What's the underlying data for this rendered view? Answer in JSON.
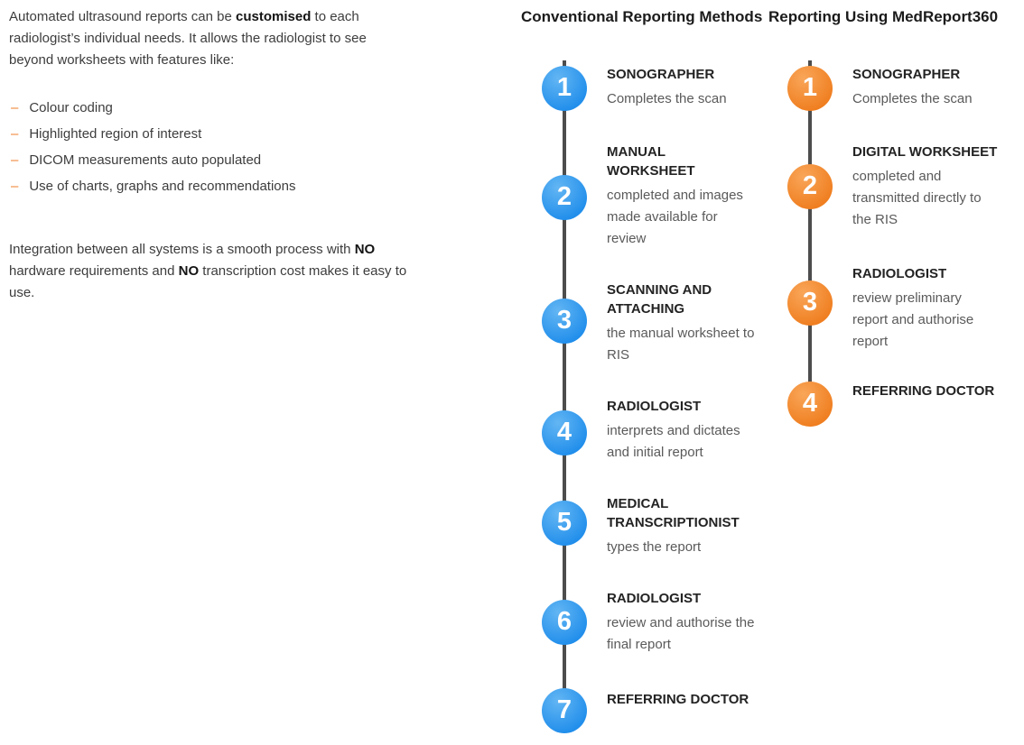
{
  "left_panel": {
    "bullet_marker": "–",
    "intro_segments": [
      {
        "text": "Automated ultrasound reports can be ",
        "bold": false
      },
      {
        "text": "customised",
        "bold": true
      },
      {
        "text": " to each\nradiologist’s individual needs. It allows the radiologist to see\nbeyond worksheets with features like:",
        "bold": false
      }
    ],
    "bullets": [
      "Colour coding",
      "Highlighted region of interest",
      "DICOM measurements auto populated",
      "Use of charts, graphs and recommendations"
    ],
    "integration_segments": [
      {
        "text": "Integration between all systems is a smooth process with ",
        "bold": false
      },
      {
        "text": "NO",
        "bold": true
      },
      {
        "text": "\nhardware requirements and ",
        "bold": false
      },
      {
        "text": "NO",
        "bold": true
      },
      {
        "text": " transcription cost makes it easy to\nuse.",
        "bold": false
      }
    ]
  },
  "columns": [
    {
      "id": "conventional",
      "title": "Conventional Reporting Methods",
      "accent_color": "#2e93ea",
      "line_color": "#4d4d4d",
      "steps": [
        {
          "number": "1",
          "title": "SONOGRAPHER",
          "description": "Completes the scan"
        },
        {
          "number": "2",
          "title": "MANUAL\nWORKSHEET",
          "description": "completed and images\nmade available for\nreview"
        },
        {
          "number": "3",
          "title": "SCANNING AND\nATTACHING",
          "description": "the manual worksheet to\nRIS"
        },
        {
          "number": "4",
          "title": "RADIOLOGIST",
          "description": "interprets and dictates\nand initial report"
        },
        {
          "number": "5",
          "title": "MEDICAL\nTRANSCRIPTIONIST",
          "description": "types the report"
        },
        {
          "number": "6",
          "title": "RADIOLOGIST",
          "description": "review and authorise the\nfinal report"
        },
        {
          "number": "7",
          "title": "REFERRING DOCTOR",
          "description": ""
        }
      ]
    },
    {
      "id": "medreport360",
      "title": "Reporting Using MedReport360",
      "accent_color": "#ef7d1e",
      "line_color": "#4d4d4d",
      "steps": [
        {
          "number": "1",
          "title": "SONOGRAPHER",
          "description": "Completes the scan"
        },
        {
          "number": "2",
          "title": "DIGITAL WORKSHEET",
          "description": "completed and\ntransmitted directly to\nthe RIS"
        },
        {
          "number": "3",
          "title": "RADIOLOGIST",
          "description": "review preliminary\nreport and authorise\nreport"
        },
        {
          "number": "4",
          "title": "REFERRING DOCTOR",
          "description": ""
        }
      ]
    }
  ]
}
